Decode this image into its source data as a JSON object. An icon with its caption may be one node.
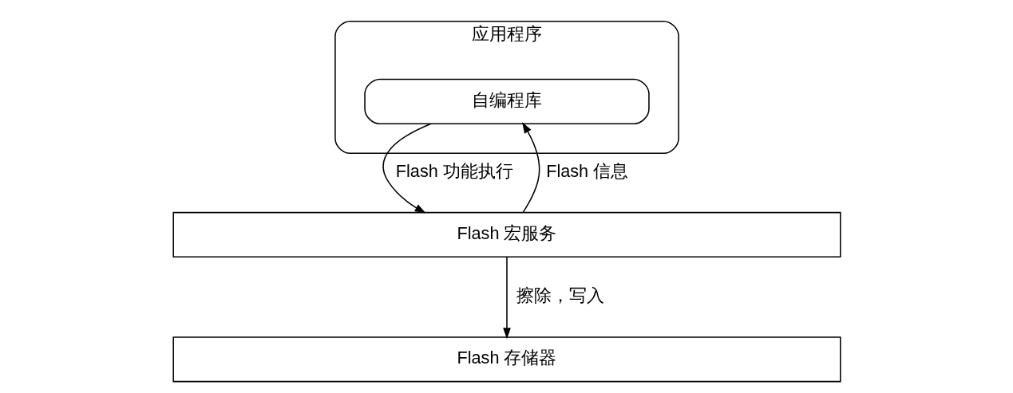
{
  "diagram": {
    "nodes": [
      {
        "text": [
          "应用程序"
        ]
      },
      {
        "text": [
          "自编程库"
        ],
        "in": 0
      },
      {
        "text": [
          "Flash 宏服务"
        ]
      },
      {
        "text": [
          "Flash 存储器"
        ]
      }
    ],
    "edges": [
      {
        "from": 1,
        "to": 2,
        "arrow": "to",
        "label": "Flash 功能执行"
      },
      {
        "from": 2,
        "to": 1,
        "arrow": "to",
        "label": "Flash 信息"
      },
      {
        "from": 2,
        "to": 3,
        "arrow": "to",
        "label": "擦除，写入"
      }
    ]
  }
}
